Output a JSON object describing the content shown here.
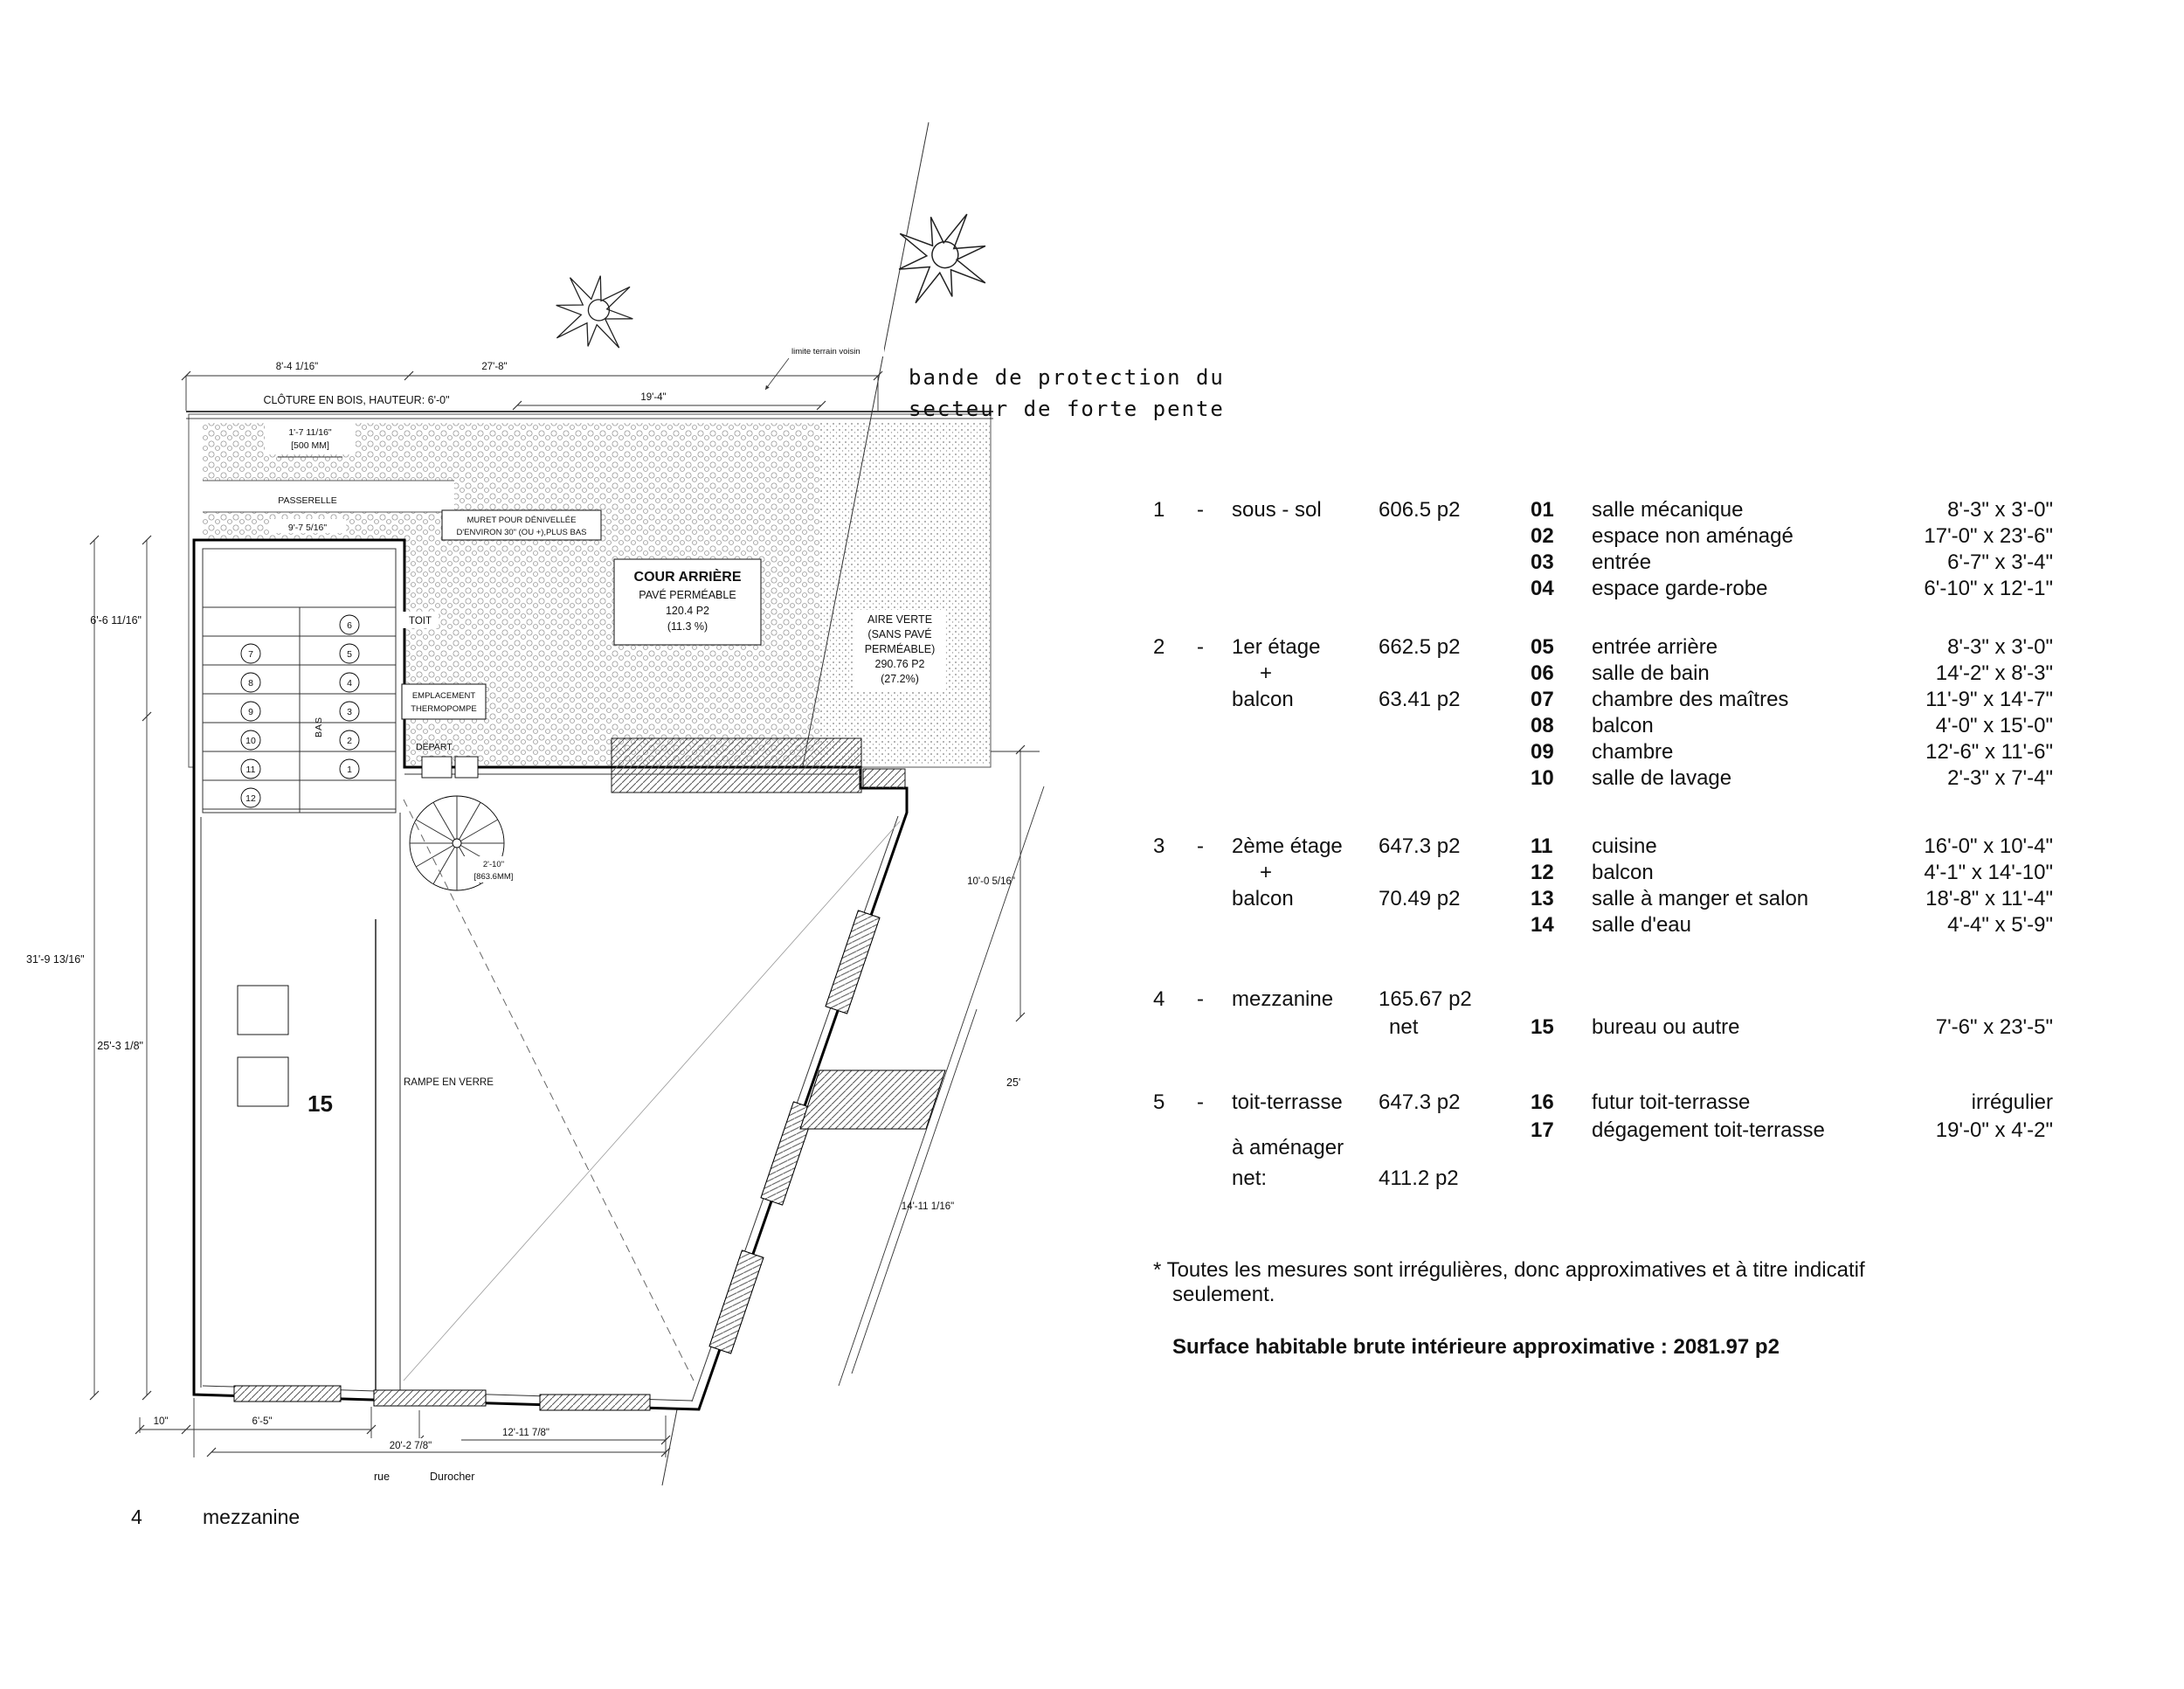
{
  "plan": {
    "site_note_line1": "bande de protection du",
    "site_note_line2": "secteur de forte pente",
    "limite_label": "limite terrain voisin",
    "cloture_label": "CLÔTURE EN BOIS, HAUTEUR: 6'-0\"",
    "dim_top_left": "8'-4 1/16\"",
    "dim_top_mid": "27'-8\"",
    "dim_top_right": "19'-4\"",
    "dim_small_line1": "1'-7 11/16\"",
    "dim_small_line2": "[500 MM]",
    "passerelle_label": "PASSERELLE",
    "dim_passerelle": "9'-7 5/16\"",
    "muret_line1": "MURET POUR DÉNIVELLÉE",
    "muret_line2": "D'ENVIRON 30\" (OU +),PLUS BAS",
    "cour": {
      "l1": "COUR ARRIÈRE",
      "l2": "PAVÉ PERMÉABLE",
      "l3": "120.4 P2",
      "l4": "(11.3 %)"
    },
    "aire": {
      "l1": "AIRE VERTE",
      "l2": "(SANS PAVÉ",
      "l3": "PERMÉABLE)",
      "l4": "290.76 P2",
      "l5": "(27.2%)"
    },
    "toit_label": "TOIT",
    "bas_label": "BAS",
    "depart_label": "DÉPART.",
    "thermo_line1": "EMPLACEMENT",
    "thermo_line2": "THERMOPOMPE",
    "spiral_dim_line1": "2'-10\"",
    "spiral_dim_line2": "[863.6MM]",
    "rampe_label": "RAMPE EN VERRE",
    "room15_label": "15",
    "dim_left_outer": "31'-9 13/16\"",
    "dim_left_upper": "6'-6 11/16\"",
    "dim_left_lower": "25'-3 1/8\"",
    "dim_right_upper": "10'-0 5/16\"",
    "dim_right_mid": "25'",
    "dim_right_lower": "14'-11 1/16\"",
    "dim_bottom_1": "10\"",
    "dim_bottom_2": "6'-5\"",
    "dim_bottom_3": "20'-2 7/8\"",
    "dim_bottom_4": "12'-11 7/8\"",
    "street_line1": "rue",
    "street_line2": "Durocher",
    "caption_num": "4",
    "caption_label": "mezzanine",
    "stairs_left": [
      "7",
      "8",
      "9",
      "10",
      "11",
      "12"
    ],
    "stairs_right": [
      "6",
      "5",
      "4",
      "3",
      "2",
      "1"
    ]
  },
  "legend": {
    "floors": [
      {
        "num": "1",
        "sep": "-",
        "name": "sous - sol",
        "area": "606.5 p2"
      },
      {
        "num": "2",
        "sep": "-",
        "name": "1er étage",
        "area": "662.5 p2",
        "plus": "+",
        "sub_name": "balcon",
        "sub_area": "63.41 p2"
      },
      {
        "num": "3",
        "sep": "-",
        "name": "2ème étage",
        "area": "647.3 p2",
        "plus": "+",
        "sub_name": "balcon",
        "sub_area": "70.49 p2"
      },
      {
        "num": "4",
        "sep": "-",
        "name": "mezzanine",
        "area": "165.67 p2",
        "area2": "net"
      },
      {
        "num": "5",
        "sep": "-",
        "name": "toit-terrasse",
        "area": "647.3 p2",
        "sub_name": "à aménager",
        "sub_name2": "net:",
        "sub_area": "411.2 p2"
      }
    ],
    "rooms": [
      {
        "num": "01",
        "name": "salle mécanique",
        "dim": "8'-3\" x 3'-0\""
      },
      {
        "num": "02",
        "name": "espace non aménagé",
        "dim": "17'-0\" x 23'-6\""
      },
      {
        "num": "03",
        "name": "entrée",
        "dim": "6'-7\" x 3'-4\""
      },
      {
        "num": "04",
        "name": "espace garde-robe",
        "dim": "6'-10\" x 12'-1\""
      },
      {
        "num": "05",
        "name": "entrée arrière",
        "dim": "8'-3\" x 3'-0\""
      },
      {
        "num": "06",
        "name": "salle de bain",
        "dim": "14'-2\" x 8'-3\""
      },
      {
        "num": "07",
        "name": "chambre des maîtres",
        "dim": "11'-9\" x 14'-7\""
      },
      {
        "num": "08",
        "name": "balcon",
        "dim": "4'-0\" x 15'-0\""
      },
      {
        "num": "09",
        "name": "chambre",
        "dim": "12'-6\" x 11'-6\""
      },
      {
        "num": "10",
        "name": "salle de lavage",
        "dim": "2'-3\" x 7'-4\""
      },
      {
        "num": "11",
        "name": "cuisine",
        "dim": "16'-0\" x 10'-4\""
      },
      {
        "num": "12",
        "name": "balcon",
        "dim": "4'-1\" x 14'-10\""
      },
      {
        "num": "13",
        "name": "salle à manger et salon",
        "dim": "18'-8\" x 11'-4\""
      },
      {
        "num": "14",
        "name": "salle d'eau",
        "dim": "4'-4\" x 5'-9\""
      },
      {
        "num": "15",
        "name": "bureau ou autre",
        "dim": "7'-6\" x 23'-5\""
      },
      {
        "num": "16",
        "name": "futur toit-terrasse",
        "dim": "irrégulier"
      },
      {
        "num": "17",
        "name": "dégagement toit-terrasse",
        "dim": "19'-0\" x 4'-2\""
      }
    ],
    "note_line1": "* Toutes les mesures sont irrégulières, donc approximatives et à titre indicatif",
    "note_line2": "seulement.",
    "summary": "Surface habitable brute intérieure approximative : 2081.97 p2"
  }
}
